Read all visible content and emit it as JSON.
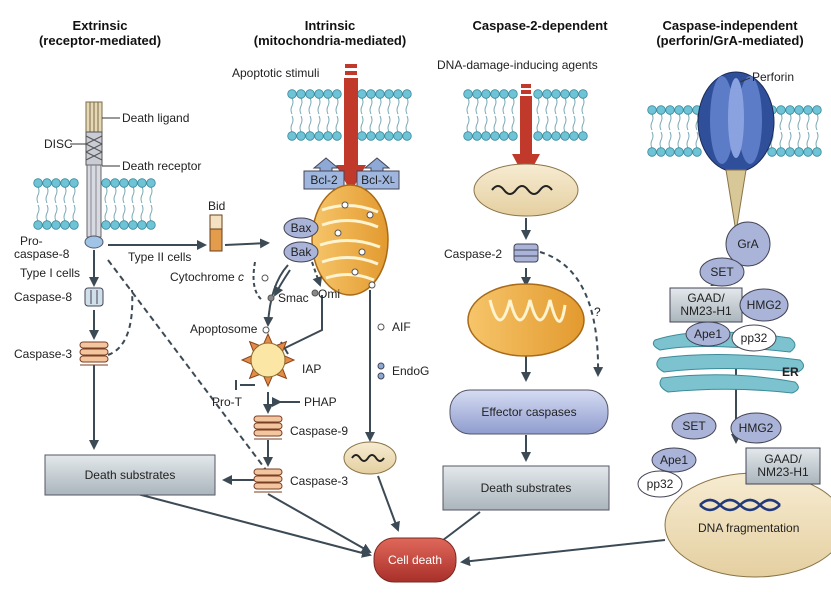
{
  "columns": {
    "extrinsic": {
      "title": "Extrinsic",
      "subtitle": "(receptor-mediated)"
    },
    "intrinsic": {
      "title": "Intrinsic",
      "subtitle": "(mitochondria-mediated)"
    },
    "caspase2": {
      "title": "Caspase-2-dependent"
    },
    "independent": {
      "title": "Caspase-independent",
      "subtitle": "(perforin/GrA-mediated)"
    }
  },
  "extrinsic": {
    "death_ligand": "Death ligand",
    "disc": "DISC",
    "death_receptor": "Death receptor",
    "procaspase8_a": "Pro-",
    "procaspase8_b": "caspase-8",
    "type1": "Type I cells",
    "type2": "Type II cells",
    "caspase8": "Caspase-8",
    "caspase3": "Caspase-3",
    "death_substrates": "Death substrates"
  },
  "intrinsic": {
    "stimuli": "Apoptotic stimuli",
    "bcl2": "Bcl-2",
    "bclxl": "Bcl-X",
    "bclxl_sub": "L",
    "bid": "Bid",
    "bax": "Bax",
    "bak": "Bak",
    "cytochrome": "Cytochrome ",
    "cytochrome_c": "c",
    "smac": "Smac",
    "omi": "Omi",
    "apoptosome": "Apoptosome",
    "iap": "IAP",
    "prot": "Pro-T",
    "phap": "PHAP",
    "caspase9": "Caspase-9",
    "caspase3": "Caspase-3",
    "aif": "AIF",
    "endog": "EndoG"
  },
  "caspase2": {
    "agents": "DNA-damage-inducing agents",
    "caspase2": "Caspase-2",
    "question": "?",
    "effector": "Effector caspases",
    "death_substrates": "Death substrates"
  },
  "independent": {
    "perforin": "Perforin",
    "gra": "GrA",
    "set": "SET",
    "gaad_a": "GAAD/",
    "gaad_b": "NM23-H1",
    "hmg2": "HMG2",
    "ape1": "Ape1",
    "pp32": "pp32",
    "er": "ER",
    "set2": "SET",
    "hmg2_2": "HMG2",
    "ape1_2": "Ape1",
    "gaad2_a": "GAAD/",
    "gaad2_b": "NM23-H1",
    "pp32_2": "pp32",
    "dna_frag": "DNA fragmentation"
  },
  "outcome": {
    "cell_death": "Cell death"
  },
  "colors": {
    "membrane_head": "#6ec3d6",
    "arrow_red": "#c0392b",
    "arrow_dark": "#3c4a55",
    "mito": "#e9a33c",
    "cell_death": "#c84a3c",
    "box_gray": "#c9d1d6",
    "oval_blue": "#a9b4d8"
  }
}
